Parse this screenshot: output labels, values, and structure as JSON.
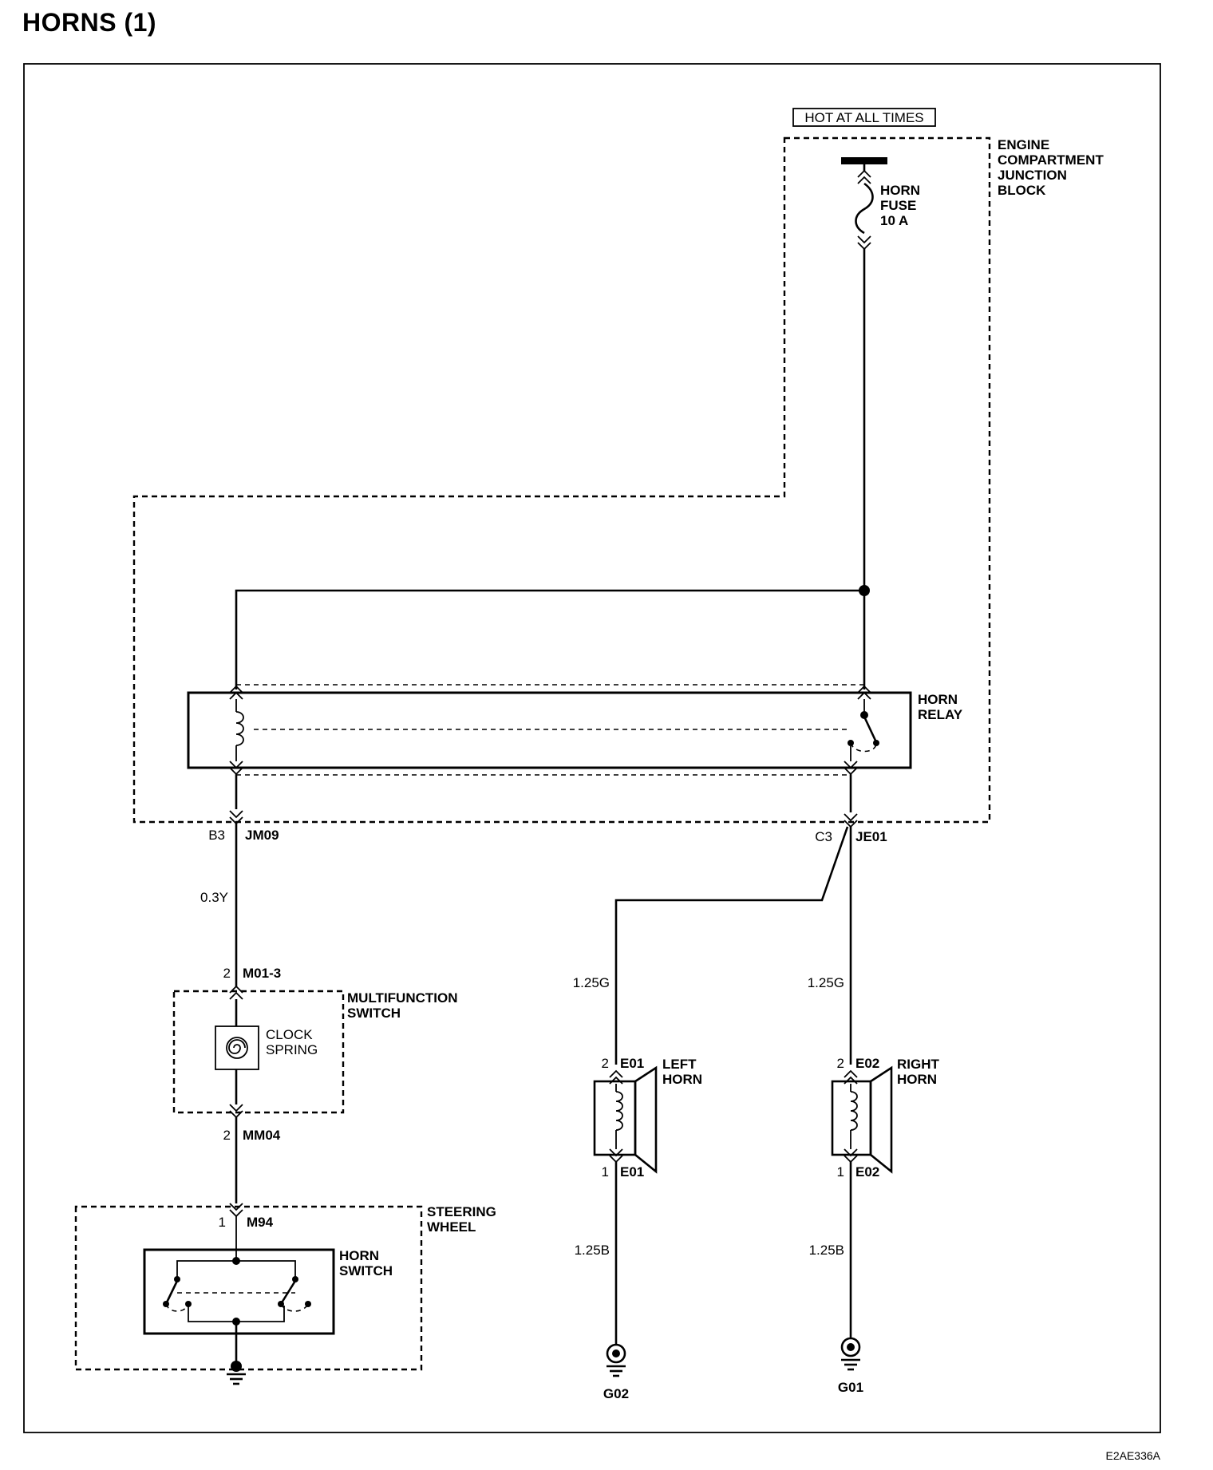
{
  "page_title": "HORNS (1)",
  "figure_code": "E2AE336A",
  "power_source": "HOT AT ALL TIMES",
  "junction_block": {
    "lines": [
      "ENGINE",
      "COMPARTMENT",
      "JUNCTION",
      "BLOCK"
    ]
  },
  "horn_fuse": {
    "lines": [
      "HORN",
      "FUSE",
      "10 A"
    ]
  },
  "horn_relay": {
    "lines": [
      "HORN",
      "RELAY"
    ]
  },
  "connectors": {
    "jm09_pin": "B3",
    "jm09": "JM09",
    "je01_pin": "C3",
    "je01": "JE01",
    "m01_pin": "2",
    "m01": "M01-3",
    "mm04_pin": "2",
    "mm04": "MM04",
    "m94_pin": "1",
    "m94": "M94",
    "e01_top_pin": "2",
    "e01_top": "E01",
    "e01_bot_pin": "1",
    "e01_bot": "E01",
    "e02_top_pin": "2",
    "e02_top": "E02",
    "e02_bot_pin": "1",
    "e02_bot": "E02"
  },
  "wires": {
    "switch_wire": "0.3Y",
    "left_supply": "1.25G",
    "right_supply": "1.25G",
    "left_ground_wire": "1.25B",
    "right_ground_wire": "1.25B"
  },
  "multifunction_switch": {
    "lines": [
      "MULTIFUNCTION",
      "SWITCH"
    ]
  },
  "clock_spring": {
    "lines": [
      "CLOCK",
      "SPRING"
    ]
  },
  "steering_wheel": {
    "lines": [
      "STEERING",
      "WHEEL"
    ]
  },
  "horn_switch": {
    "lines": [
      "HORN",
      "SWITCH"
    ]
  },
  "left_horn": {
    "lines": [
      "LEFT",
      "HORN"
    ]
  },
  "right_horn": {
    "lines": [
      "RIGHT",
      "HORN"
    ]
  },
  "grounds": {
    "left": "G02",
    "right": "G01"
  }
}
